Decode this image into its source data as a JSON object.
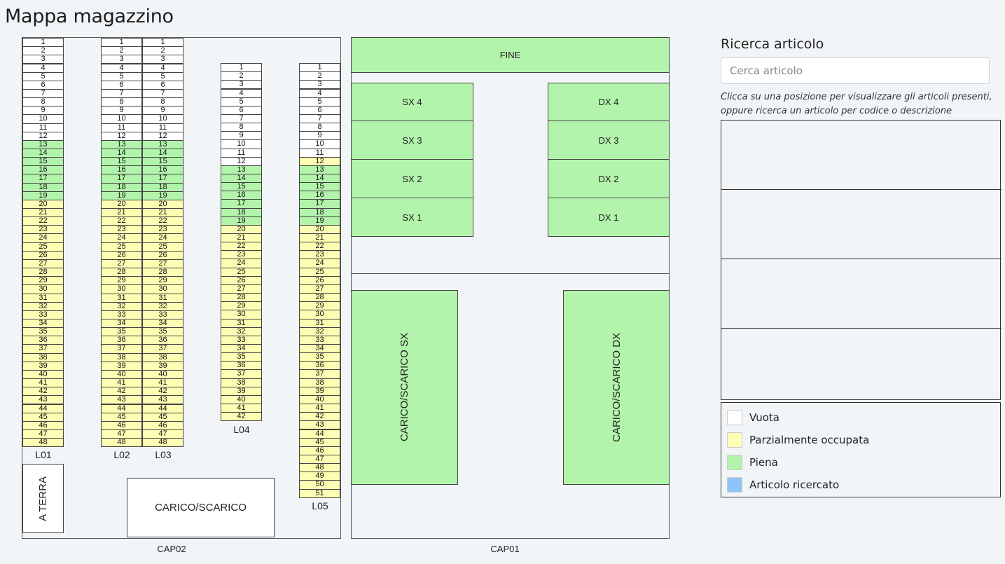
{
  "page_title": "Mappa magazzino",
  "lanes": [
    {
      "label": "L01",
      "count": 48,
      "partial": [
        20,
        21,
        22,
        23,
        24,
        25,
        26,
        27,
        28,
        29,
        30,
        31,
        32,
        33,
        34,
        35,
        36,
        37,
        38,
        39,
        40,
        41,
        42,
        43,
        44,
        45,
        46,
        47,
        48
      ],
      "full": [
        13,
        14,
        15,
        16,
        17,
        18,
        19
      ]
    },
    {
      "label": "L02",
      "count": 48,
      "partial": [
        20,
        21,
        22,
        23,
        24,
        25,
        26,
        27,
        28,
        29,
        30,
        31,
        32,
        33,
        34,
        35,
        36,
        37,
        38,
        39,
        40,
        41,
        42,
        43,
        44,
        45,
        46,
        47,
        48
      ],
      "full": [
        13,
        14,
        15,
        16,
        17,
        18,
        19
      ]
    },
    {
      "label": "L03",
      "count": 48,
      "partial": [
        20,
        21,
        22,
        23,
        24,
        25,
        26,
        27,
        28,
        29,
        30,
        31,
        32,
        33,
        34,
        35,
        36,
        37,
        38,
        39,
        40,
        41,
        42,
        43,
        44,
        45,
        46,
        47,
        48
      ],
      "full": [
        13,
        14,
        15,
        16,
        17,
        18,
        19
      ]
    },
    {
      "label": "L04",
      "count": 42,
      "partial": [
        20,
        21,
        22,
        23,
        24,
        25,
        26,
        27,
        28,
        29,
        30,
        31,
        32,
        33,
        34,
        35,
        36,
        37,
        38,
        39,
        40,
        41,
        42
      ],
      "full": [
        13,
        14,
        15,
        16,
        17,
        18,
        19
      ]
    },
    {
      "label": "L05",
      "count": 51,
      "partial": [
        12,
        20,
        21,
        22,
        23,
        24,
        25,
        26,
        27,
        28,
        29,
        30,
        31,
        32,
        33,
        34,
        35,
        36,
        37,
        38,
        39,
        40,
        41,
        42,
        43,
        44,
        45,
        46,
        47,
        48,
        49,
        50,
        51
      ],
      "full": [
        13,
        14,
        15,
        16,
        17,
        18,
        19
      ]
    }
  ],
  "blocks": {
    "a_terra": "A TERRA",
    "carico_scarico": "CARICO/SCARICO",
    "fine": "FINE",
    "sx4": "SX 4",
    "sx3": "SX 3",
    "sx2": "SX 2",
    "sx1": "SX 1",
    "dx4": "DX 4",
    "dx3": "DX 3",
    "dx2": "DX 2",
    "dx1": "DX 1",
    "carico_sx": "CARICO/SCARICO SX",
    "carico_dx": "CARICO/SCARICO DX"
  },
  "areas": {
    "cap02": "CAP02",
    "cap01": "CAP01"
  },
  "panel": {
    "title": "Ricerca articolo",
    "search_placeholder": "Cerca articolo",
    "help": "Clicca su una posizione per visualizzare gli articoli presenti, oppure ricerca un articolo per codice o descrizione"
  },
  "legend": [
    {
      "label": "Vuota",
      "color": "#ffffff"
    },
    {
      "label": "Parzialmente occupata",
      "color": "#fdfdb4"
    },
    {
      "label": "Piena",
      "color": "#b3f4ac"
    },
    {
      "label": "Articolo ricercato",
      "color": "#90c4f8"
    }
  ]
}
